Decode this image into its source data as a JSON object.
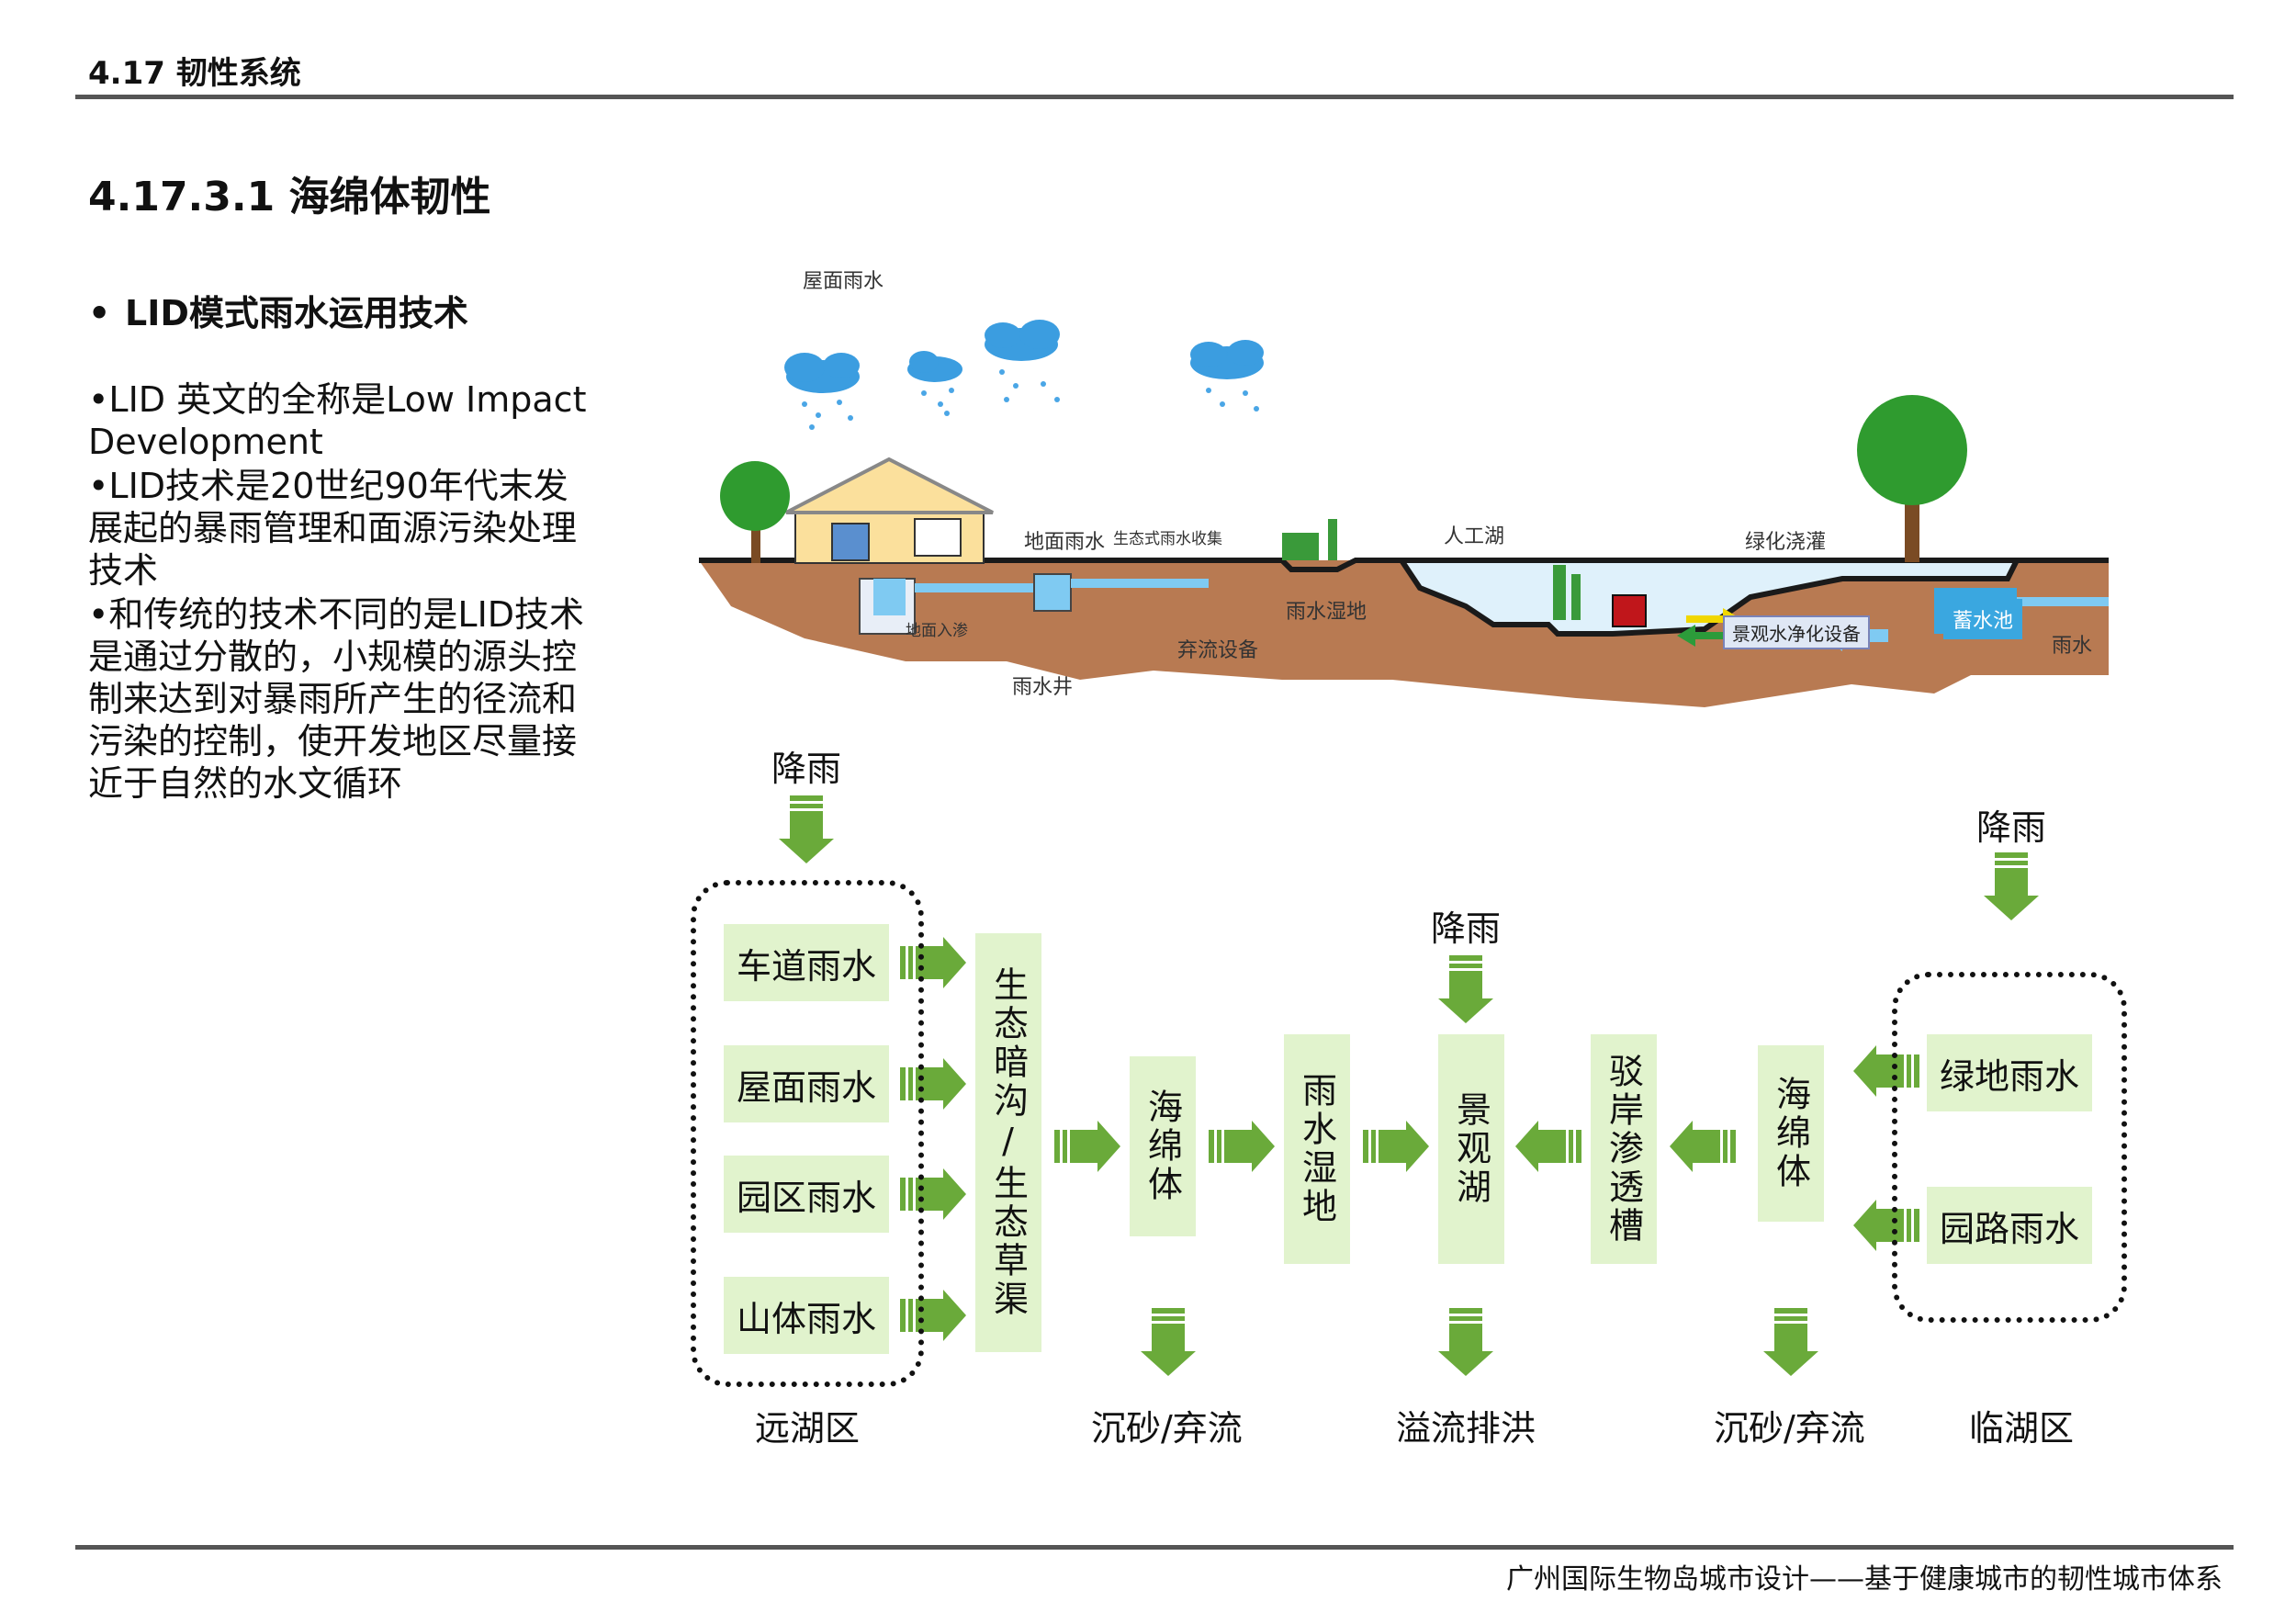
{
  "header": {
    "title": "4.17 韧性系统"
  },
  "section": {
    "title": "4.17.3.1 海绵体韧性"
  },
  "bullet": {
    "marker": "•",
    "heading": "LID模式雨水运用技术"
  },
  "paragraphs": [
    "•LID 英文的全称是Low Impact Development",
    "•LID技术是20世纪90年代末发展起的暴雨管理和面源污染处理技术",
    "•和传统的技术不同的是LID技术是通过分散的，小规模的源头控制来达到对暴雨所产生的径流和污染的控制，使开发地区尽量接近于自然的水文循环"
  ],
  "illustration": {
    "roof_rain": "屋面雨水",
    "ground_rain": "地面雨水",
    "eco_collect": "生态式雨水收集",
    "ground_infiltrate": "地面入渗",
    "rain_well": "雨水井",
    "diversion": "弃流设备",
    "wetland": "雨水湿地",
    "artificial_lake": "人工湖",
    "green_irrigation": "绿化浇灌",
    "purify": "景观水净化设备",
    "storage": "蓄水池",
    "rain": "雨水"
  },
  "flow": {
    "rain_left": "降雨",
    "rain_mid": "降雨",
    "rain_right": "降雨",
    "left_sources": [
      "车道雨水",
      "屋面雨水",
      "园区雨水",
      "山体雨水"
    ],
    "eco_channel": "生态暗沟/生态草渠",
    "sponge_left": "海绵体",
    "rain_wetland": "雨水湿地",
    "landscape_lake": "景观湖",
    "revetment": "驳岸渗透槽",
    "sponge_right": "海绵体",
    "right_sources": [
      "绿地雨水",
      "园路雨水"
    ],
    "out_left": "沉砂/弃流",
    "out_mid": "溢流排洪",
    "out_right": "沉砂/弃流",
    "zone_far": "远湖区",
    "zone_near": "临湖区"
  },
  "footer": {
    "text": "广州国际生物岛城市设计——基于健康城市的韧性城市体系"
  },
  "colors": {
    "node_fill": "#e1f3cd",
    "arrow": "#6aaa3a",
    "soil": "#b87a52",
    "water": "#dff1fb"
  }
}
